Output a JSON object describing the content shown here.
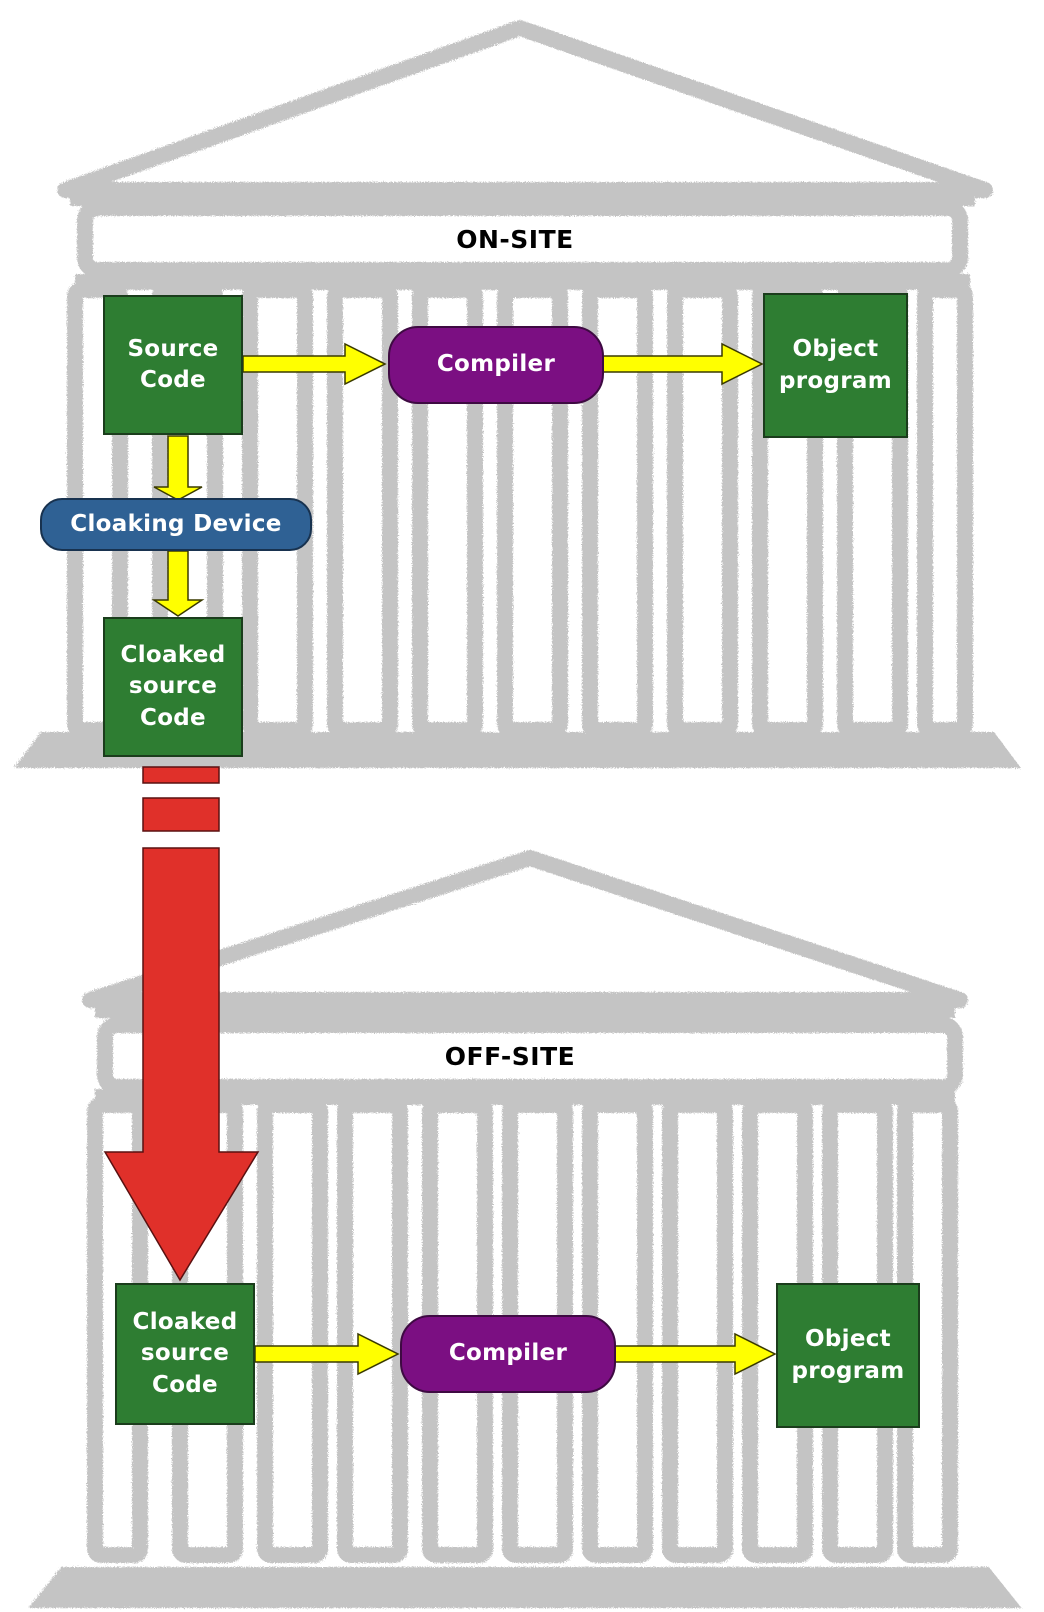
{
  "sections": {
    "onsite_label": "ON-SITE",
    "offsite_label": "OFF-SITE"
  },
  "onsite": {
    "source_code": "Source\nCode",
    "compiler": "Compiler",
    "object_program": "Object\nprogram",
    "cloaking_device": "Cloaking Device",
    "cloaked_source": "Cloaked\nsource\nCode"
  },
  "offsite": {
    "cloaked_source": "Cloaked\nsource\nCode",
    "compiler": "Compiler",
    "object_program": "Object\nprogram"
  },
  "colors": {
    "box_green": "#2e7d32",
    "compiler_purple": "#7b0f82",
    "cloaking_blue": "#2f6194",
    "flow_arrow_yellow": "#ffff00",
    "transfer_arrow_red": "#e0302a",
    "temple_gray": "#c4c4c4"
  }
}
